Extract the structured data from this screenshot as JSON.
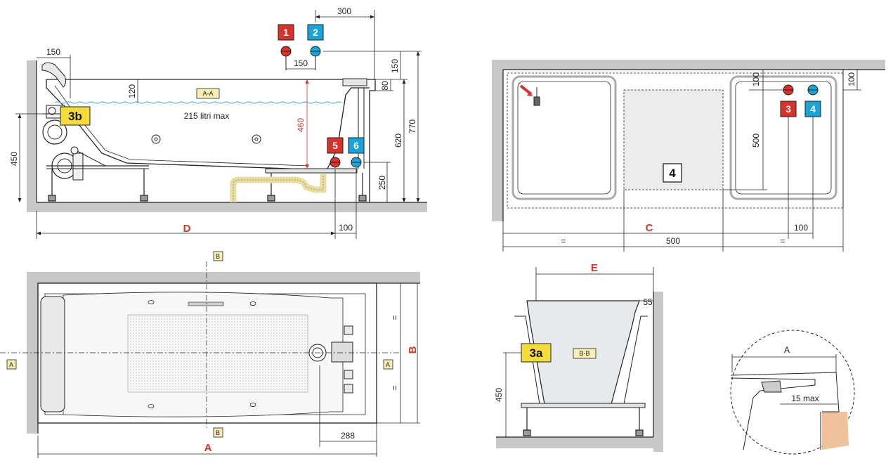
{
  "colors": {
    "red": "#d8322a",
    "blue": "#1aa3d9",
    "yellow": "#f5dc3a",
    "wall": "#c8c8c8",
    "water": "#58b6e0",
    "floor_detail": "#efc29b"
  },
  "side_view": {
    "dims": {
      "top_inlet": "300",
      "head_150": "150",
      "inlet_spacing": "150",
      "height_150": "150",
      "height_80": "80",
      "height_620": "620",
      "height_770": "770",
      "depth_120": "120",
      "depth_460": "460",
      "leg_450": "450",
      "drain_250": "250",
      "offset_100": "100",
      "length_D": "D"
    },
    "section_tag": "A-A",
    "volume_label": "215 litri max",
    "badges": {
      "b1": "1",
      "b2": "2",
      "b5": "5",
      "b6": "6",
      "b3b": "3b"
    }
  },
  "plan_wall_view": {
    "dims": {
      "dim_100_top": "100",
      "dim_100_right": "100",
      "dim_500_vertical": "500",
      "dim_C": "C",
      "dim_100_bottom": "100",
      "eq_left": "=",
      "dim_500_bottom": "500",
      "eq_right": "="
    },
    "badges": {
      "b3": "3",
      "b4_blue": "4",
      "b4_box": "4"
    }
  },
  "top_view": {
    "tags": {
      "b_top": "B",
      "b_bottom": "B",
      "a_left": "A",
      "a_right": "A"
    },
    "dims": {
      "eq_top": "=",
      "eq_bottom": "=",
      "dim_B": "B",
      "dim_288": "288",
      "dim_A": "A"
    }
  },
  "section_view": {
    "dims": {
      "dim_E": "E",
      "dim_55": "55",
      "dim_450": "450"
    },
    "tag": "B-B",
    "badge": "3a"
  },
  "detail_view": {
    "dims": {
      "dim_A": "A",
      "dim_15": "15 max"
    }
  }
}
